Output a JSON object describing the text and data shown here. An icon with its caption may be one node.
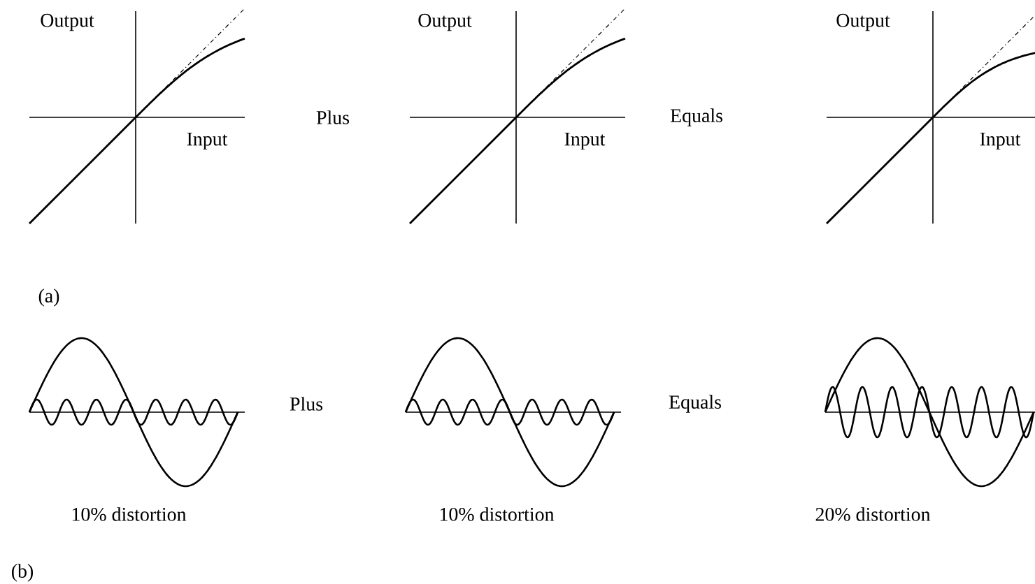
{
  "diagram": {
    "labels": [
      "Output",
      "Output",
      "Output",
      "Plus",
      "Equals",
      "Input",
      "Input",
      "Input",
      "(a)",
      "Plus",
      "Equals",
      "10% distortion",
      "10% distortion",
      "20% distortion",
      "(b)"
    ]
  }
}
